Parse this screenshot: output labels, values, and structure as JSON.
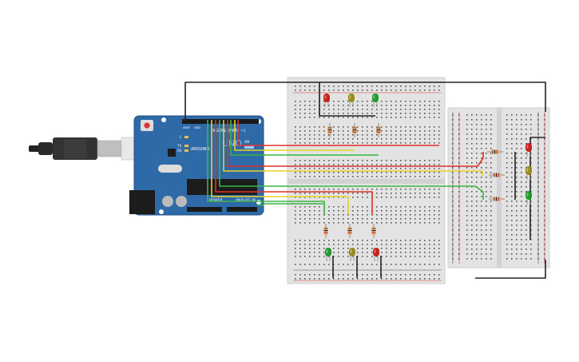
{
  "canvas": {
    "description_visible": "",
    "colors": {
      "background": "#ffffff",
      "board": "#2f6aa8",
      "board_dark": "#234f80",
      "breadboard": "#e3e3e3",
      "wire_red": "#e0302a",
      "wire_yellow": "#e8d12a",
      "wire_green": "#3cb544",
      "wire_black": "#222222",
      "led_red": "#c2241b",
      "led_yellow": "#9c8a1e",
      "led_green": "#1f9a2a"
    }
  },
  "arduino": {
    "digital_label": "DIGITAL (PWM ~)",
    "brand_label": "ARDUINO",
    "model_label": "UNO",
    "power_label": "POWER",
    "analog_label": "ANALOG IN",
    "tx_label": "TX",
    "rx_label": "RX",
    "l_label": "L",
    "on_label": "ON",
    "aref_label": "AREF",
    "gnd_label": "GND"
  },
  "components": {
    "top_leds": [
      "red",
      "yellow",
      "green"
    ],
    "bottom_leds": [
      "green",
      "yellow",
      "red"
    ],
    "right_leds": [
      "red",
      "yellow",
      "green"
    ]
  }
}
